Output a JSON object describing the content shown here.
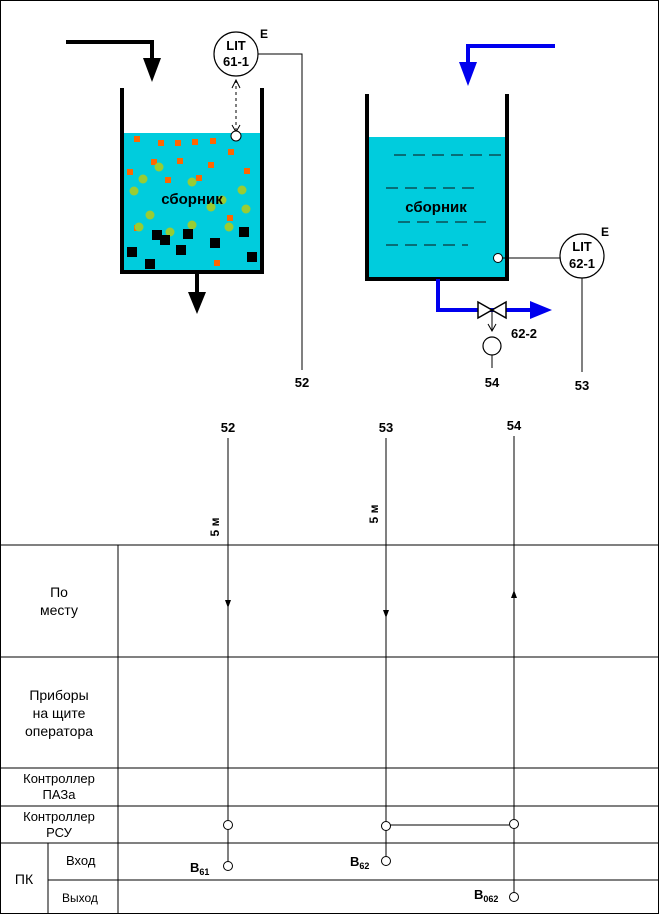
{
  "tank1": {
    "label": "сборник"
  },
  "tank2": {
    "label": "сборник"
  },
  "instrument1": {
    "line1": "LIT",
    "line2": "61-1",
    "suffix": "E"
  },
  "instrument2": {
    "line1": "LIT",
    "line2": "62-1",
    "suffix": "E"
  },
  "valve": {
    "tag": "62-2"
  },
  "line_numbers": {
    "l52": "52",
    "l53": "53",
    "l54": "54"
  },
  "lengths": {
    "l52": "5 м",
    "l53": "5 м"
  },
  "rows": {
    "local": "По\nместу",
    "panel": "Приборы\nна щите\nоператора",
    "paz": "Контроллер\nПАЗа",
    "rsu": "Контроллер\nРСУ",
    "pk": "ПК",
    "input": "Вход",
    "output": "Выход"
  },
  "channels": {
    "b61": {
      "main": "B",
      "sub": "61"
    },
    "b62": {
      "main": "B",
      "sub": "62"
    },
    "b062": {
      "main": "B",
      "sub": "062"
    }
  },
  "colors": {
    "liquid": "#00ccdd",
    "flow_blue": "#0000ee",
    "particle_orange": "#ff6600",
    "particle_green": "#99cc33"
  }
}
